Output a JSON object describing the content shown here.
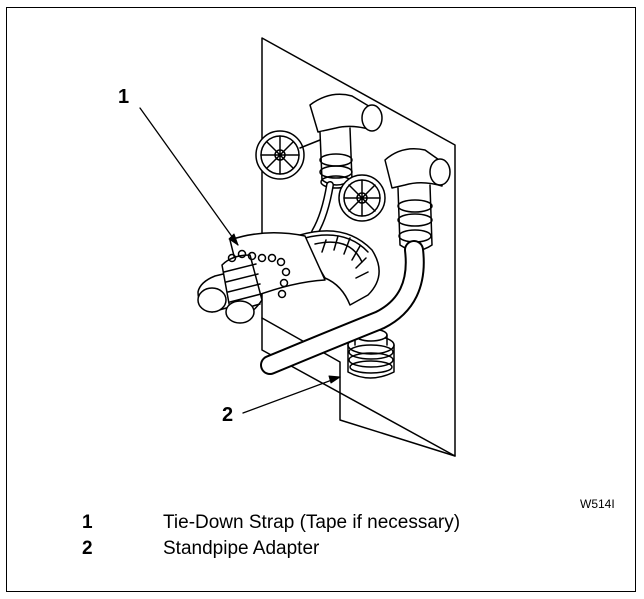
{
  "figure": {
    "callouts": [
      "1",
      "2"
    ],
    "figure_id": "W514I"
  },
  "legend": [
    {
      "number": "1",
      "text": "Tie-Down Strap (Tape if necessary)"
    },
    {
      "number": "2",
      "text": "Standpipe Adapter"
    }
  ]
}
